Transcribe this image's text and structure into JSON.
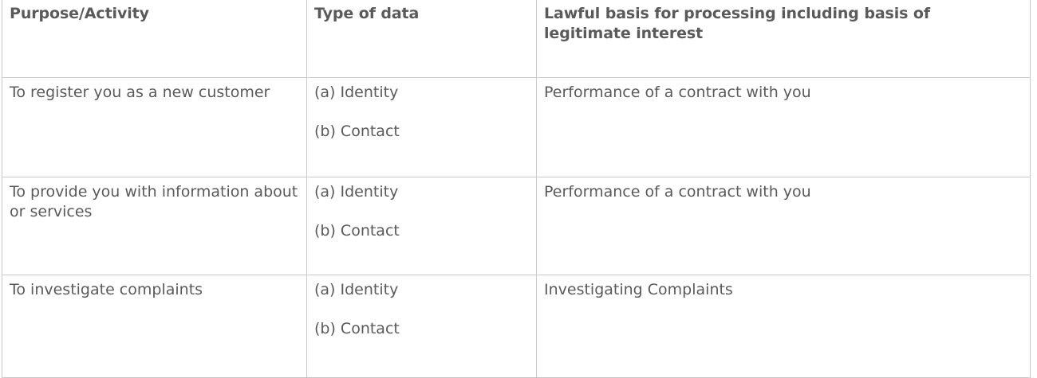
{
  "document": {
    "type": "privacy-policy-data-processing-table",
    "text_color": "#5a5a5a",
    "border_color": "#c9c9c9",
    "background_color": "#ffffff"
  },
  "table": {
    "headers": [
      "Purpose/Activity",
      "Type of data",
      "Lawful basis for processing including basis of legitimate interest"
    ],
    "rows": [
      {
        "purpose": "To register you as a new customer",
        "data_types": [
          "(a) Identity",
          "(b) Contact"
        ],
        "lawful_basis": "Performance of a contract with you"
      },
      {
        "purpose": "To provide you with information about or services",
        "data_types": [
          "(a) Identity",
          "(b) Contact"
        ],
        "lawful_basis": "Performance of a contract with you"
      },
      {
        "purpose": "To investigate complaints",
        "data_types": [
          "(a) Identity",
          "(b) Contact"
        ],
        "lawful_basis": "Investigating Complaints"
      }
    ]
  }
}
